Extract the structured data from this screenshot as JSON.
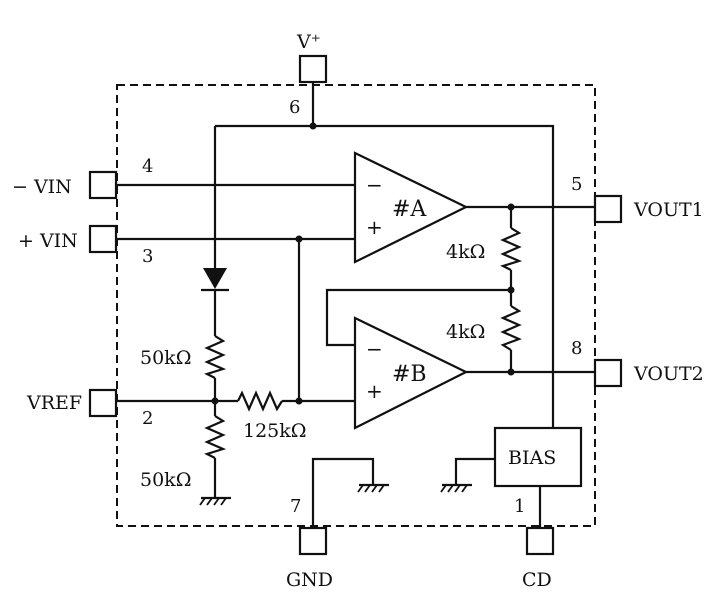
{
  "labels": {
    "vplus": "V⁺",
    "gnd": "GND",
    "cd": "CD",
    "neg_vin": "− VIN",
    "pos_vin": "+ VIN",
    "vref": "VREF",
    "vout1": "VOUT1",
    "vout2": "VOUT2"
  },
  "pins": {
    "p6": "6",
    "p4": "4",
    "p3": "3",
    "p2": "2",
    "p5": "5",
    "p8": "8",
    "p7": "7",
    "p1": "1"
  },
  "amplifiers": {
    "a": "#A",
    "b": "#B",
    "minus": "−",
    "plus": "+"
  },
  "resistors": {
    "r_fb_top": "4kΩ",
    "r_fb_bottom": "4kΩ",
    "r_div_top": "50kΩ",
    "r_div_bottom": "50kΩ",
    "r_series": "125kΩ"
  },
  "blocks": {
    "bias": "BIAS"
  },
  "colors": {
    "ink": "#111111",
    "background": "#ffffff"
  }
}
